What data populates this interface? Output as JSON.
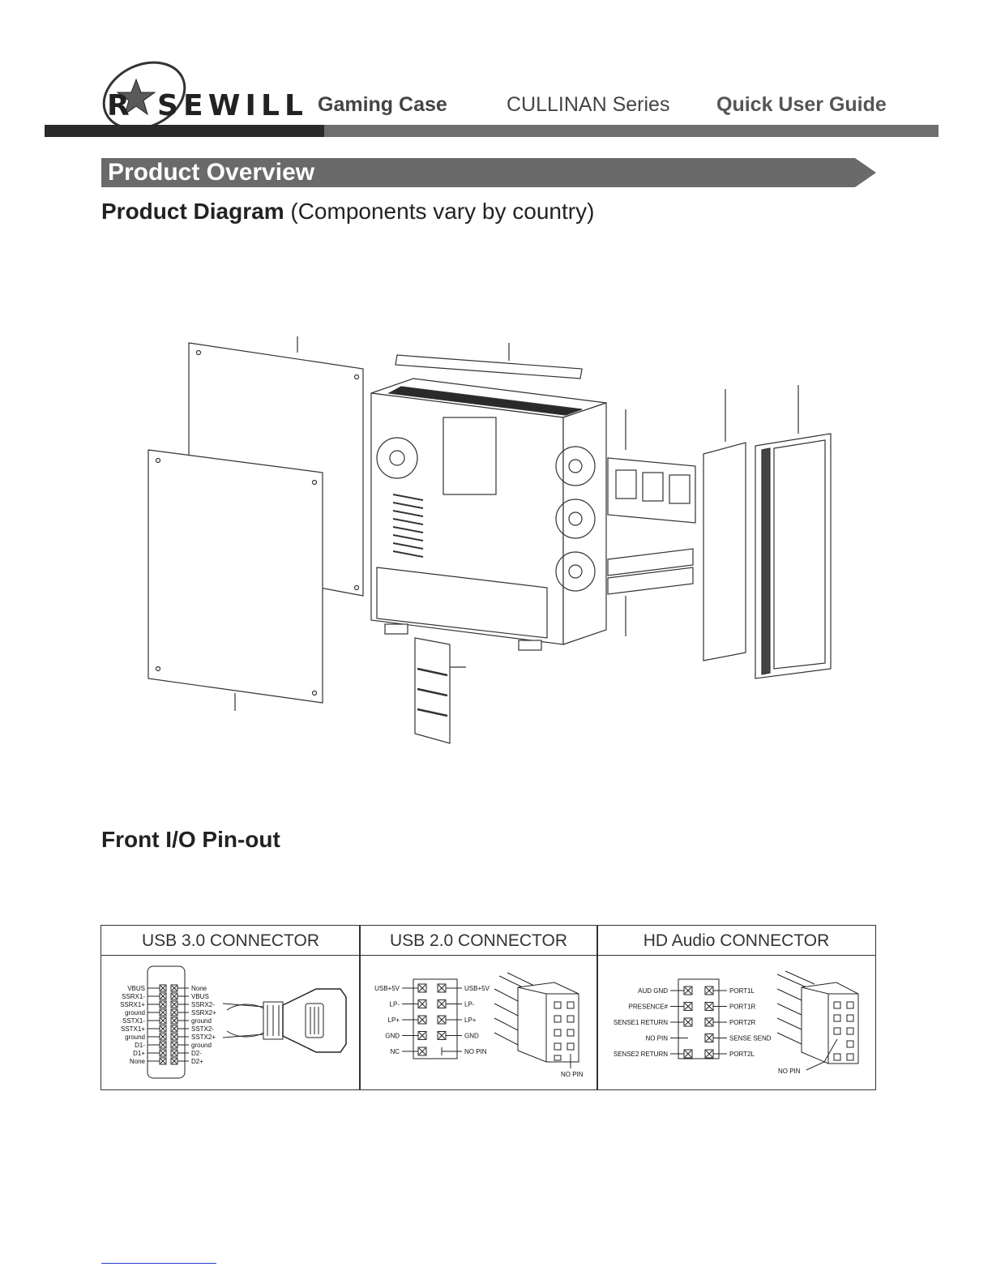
{
  "header": {
    "brand_logo": "ROSEWILL",
    "product_type": "Gaming Case",
    "series": "CULLINAN Series",
    "guide": "Quick User Guide"
  },
  "section": {
    "title": "Product Overview"
  },
  "diagram": {
    "heading_bold": "Product Diagram",
    "heading_rest": " (Components vary by country)"
  },
  "pinout": {
    "heading": "Front I/O Pin-out",
    "usb3": {
      "title": "USB 3.0 CONNECTOR",
      "left_pins": [
        "VBUS",
        "SSRX1-",
        "SSRX1+",
        "ground",
        "SSTX1-",
        "SSTX1+",
        "ground",
        "D1-",
        "D1+",
        "None"
      ],
      "right_pins": [
        "None",
        "VBUS",
        "SSRX2-",
        "SSRX2+",
        "ground",
        "SSTX2-",
        "SSTX2+",
        "ground",
        "D2-",
        "D2+"
      ]
    },
    "usb2": {
      "title": "USB 2.0 CONNECTOR",
      "left_pins": [
        "USB+5V",
        "LP-",
        "LP+",
        "GND",
        "NC"
      ],
      "right_pins": [
        "USB+5V",
        "LP-",
        "LP+",
        "GND",
        "NO PIN"
      ],
      "note": "NO PIN"
    },
    "audio": {
      "title": "HD Audio CONNECTOR",
      "left_pins": [
        "AUD GND",
        "PRESENCE#",
        "SENSE1 RETURN",
        "NO PIN",
        "SENSE2 RETURN"
      ],
      "right_pins": [
        "PORT1L",
        "PORT1R",
        "PORT2R",
        "SENSE SEND",
        "PORT2L"
      ],
      "note": "NO PIN"
    }
  },
  "colors": {
    "bar_dark": "#2a2a2a",
    "bar_gray": "#6e6e6e",
    "banner": "#6a6a6a"
  }
}
